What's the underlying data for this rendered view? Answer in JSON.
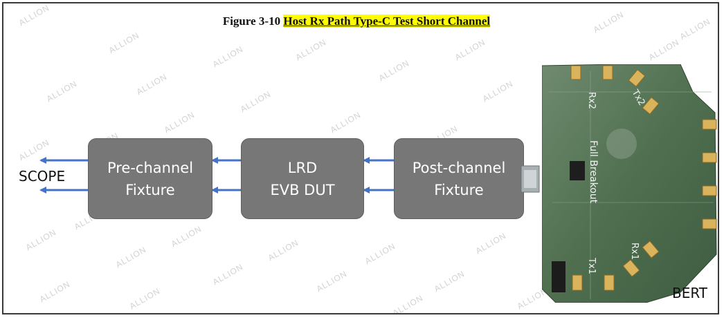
{
  "figure": {
    "prefix": "Figure 3-10 ",
    "title": "Host Rx Path Type-C Test Short Channel"
  },
  "watermark": "ALLION",
  "blocks": {
    "pre_channel": {
      "line1": "Pre-channel",
      "line2": "Fixture"
    },
    "lrd": {
      "line1": "LRD",
      "line2": "EVB DUT"
    },
    "post_channel": {
      "line1": "Post-channel",
      "line2": "Fixture"
    }
  },
  "labels": {
    "scope": "SCOPE",
    "bert": "BERT"
  },
  "board": {
    "rx2": "Rx2",
    "tx2": "Tx2",
    "full_breakout": "Full Breakout",
    "rx1": "Rx1",
    "tx1": "Tx1"
  },
  "colors": {
    "box_fill": "#777777",
    "arrow": "#4472c4",
    "highlight": "#ffff00",
    "board_green": "#4f6f4f"
  }
}
